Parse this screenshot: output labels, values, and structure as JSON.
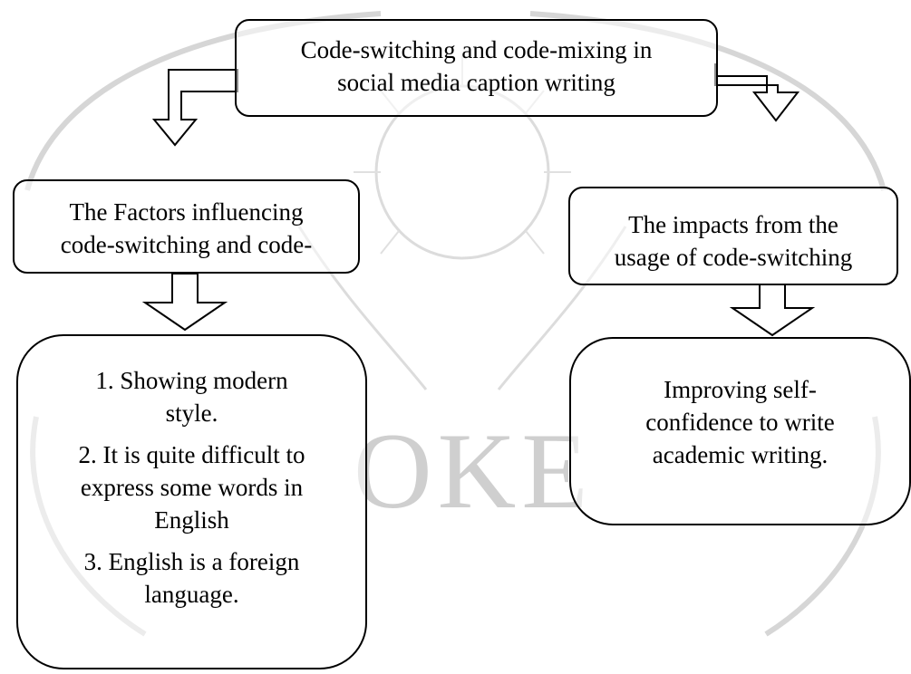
{
  "diagram": {
    "root": {
      "lines": [
        "Code-switching and code-mixing in",
        "social media caption writing"
      ]
    },
    "left_branch": {
      "lines": [
        "The Factors influencing",
        "code-switching and code-"
      ]
    },
    "right_branch": {
      "lines": [
        "The impacts from the",
        "usage of code-switching"
      ]
    },
    "left_result": {
      "items": [
        [
          "1. Showing modern",
          "style."
        ],
        [
          "2. It is quite difficult to",
          "express some words in",
          "English"
        ],
        [
          "3. English is a foreign",
          "language."
        ]
      ]
    },
    "right_result": {
      "lines": [
        "Improving self-",
        "confidence to write",
        "academic writing."
      ]
    }
  },
  "watermark": {
    "text": "OKE",
    "color": "#c9c9c9"
  }
}
